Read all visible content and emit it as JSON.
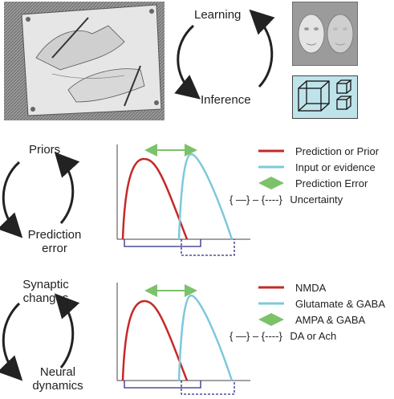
{
  "top": {
    "artwork": "drawing-hands-engraving",
    "cycle_top": "Learning",
    "cycle_bottom": "Inference",
    "side_images": [
      "face-mask-illusion",
      "necker-cube-illusion"
    ]
  },
  "middle": {
    "cycle_top": "Priors",
    "cycle_bottom_line1": "Prediction",
    "cycle_bottom_line2": "error",
    "legend": {
      "red": "Prediction or Prior",
      "blue": "Input  or evidence",
      "green": "Prediction Error",
      "bracket": "Uncertainty",
      "bracket_glyph_solid": "{ —}",
      "bracket_sep": "–",
      "bracket_glyph_dashed": "{----}"
    }
  },
  "bottom": {
    "cycle_top_line1": "Synaptic",
    "cycle_top_line2": "changes",
    "cycle_bottom_line1": "Neural",
    "cycle_bottom_line2": "dynamics",
    "legend": {
      "red": "NMDA",
      "blue": "Glutamate & GABA",
      "green": "AMPA & GABA",
      "bracket": "DA or Ach",
      "bracket_glyph_solid": "{ —}",
      "bracket_sep": "–",
      "bracket_glyph_dashed": "{----}"
    }
  },
  "colors": {
    "red": "#c62828",
    "blue": "#7ec8dc",
    "green": "#7cc26a",
    "bracket": "#2b2b8a",
    "arrow": "#222222"
  }
}
